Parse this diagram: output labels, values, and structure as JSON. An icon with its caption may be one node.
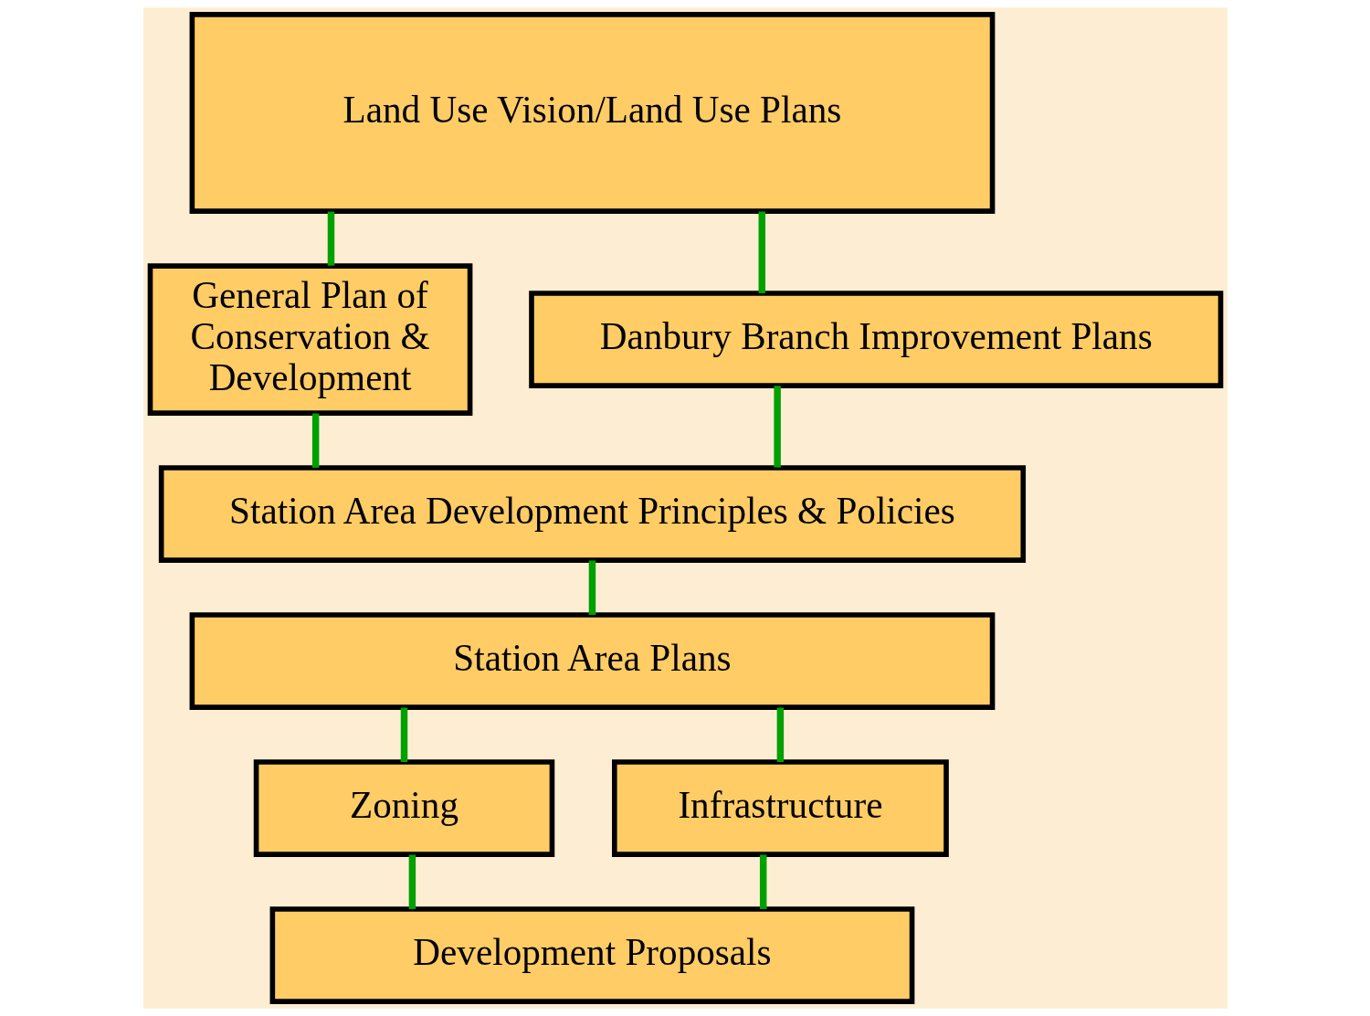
{
  "diagram": {
    "nodes": [
      {
        "text": [
          "Land Use Vision/Land Use Plans"
        ]
      },
      {
        "text": [
          "General Plan of Conservation & Development"
        ]
      },
      {
        "text": [
          "Danbury Branch Improvement Plans"
        ]
      },
      {
        "text": [
          "Station Area Development Principles & Policies"
        ]
      },
      {
        "text": [
          "Station Area Plans"
        ]
      },
      {
        "text": [
          "Zoning"
        ]
      },
      {
        "text": [
          "Infrastructure"
        ]
      },
      {
        "text": [
          "Development Proposals"
        ]
      }
    ],
    "edges": [
      {
        "from": 0,
        "to": 1,
        "arrow": "none"
      },
      {
        "from": 0,
        "to": 2,
        "arrow": "none"
      },
      {
        "from": 2,
        "to": 3,
        "arrow": "none"
      },
      {
        "from": 1,
        "to": 3,
        "arrow": "none"
      },
      {
        "from": 3,
        "to": 4,
        "arrow": "none"
      },
      {
        "from": 4,
        "to": 5,
        "arrow": "none"
      },
      {
        "from": 4,
        "to": 6,
        "arrow": "none"
      },
      {
        "from": 5,
        "to": 7,
        "arrow": "none"
      },
      {
        "from": 6,
        "to": 7,
        "arrow": "none"
      }
    ]
  }
}
